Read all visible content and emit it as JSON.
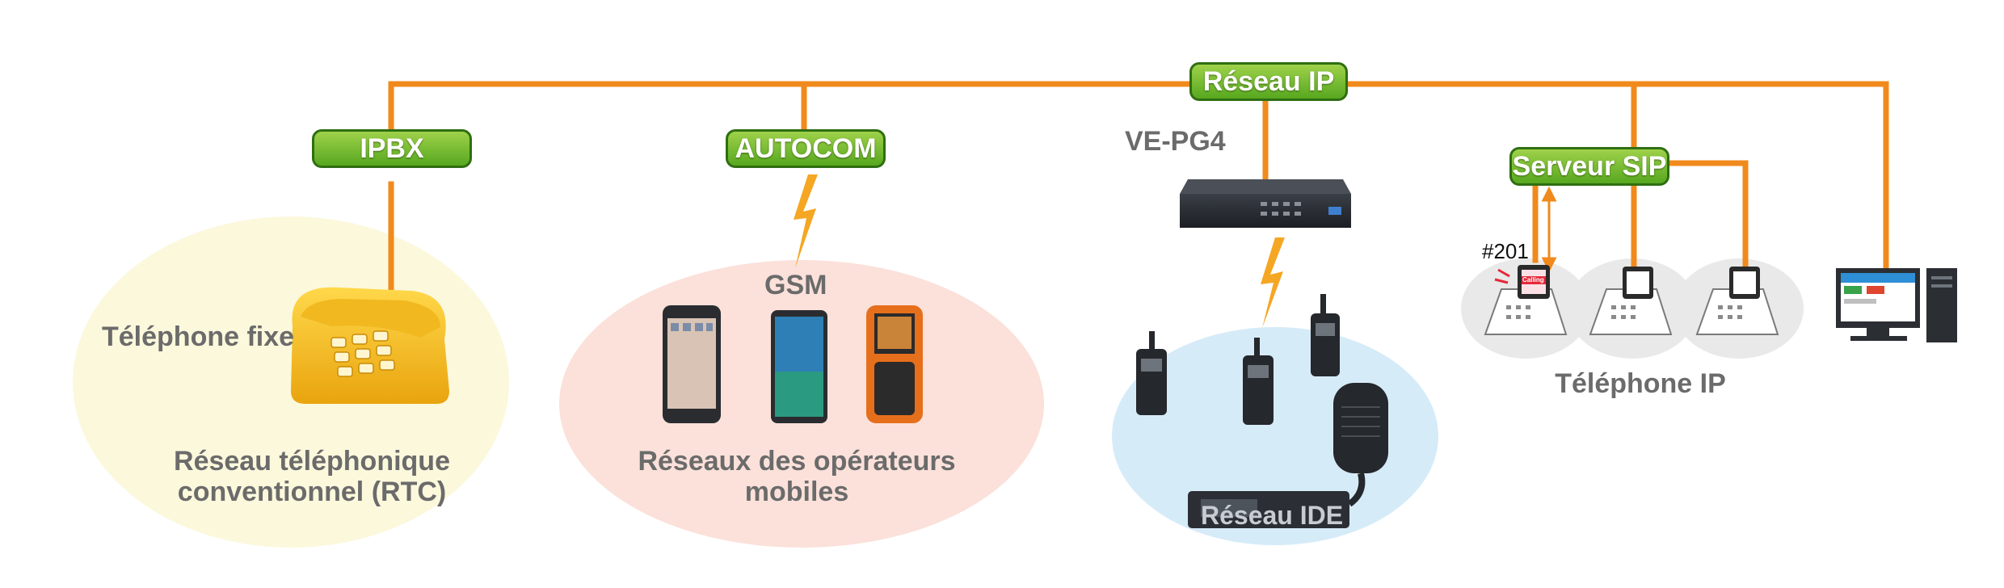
{
  "nodes": {
    "network": "Réseau IP",
    "ipbx": "IPBX",
    "autocom": "AUTOCOM",
    "gateway": "VE-PG4",
    "sip_server": "Serveur SIP"
  },
  "zones": {
    "landline": {
      "device": "Téléphone fixe",
      "network_line1": "Réseau téléphonique",
      "network_line2": "conventionnel (RTC)"
    },
    "mobile": {
      "tech": "GSM",
      "network_line1": "Réseaux des opérateurs",
      "network_line2": "mobiles"
    },
    "radio": {
      "network": "Réseau IDE"
    },
    "ip_phones": {
      "extension": "#201",
      "screen_text": "Calling",
      "label": "Téléphone IP"
    }
  },
  "colors": {
    "link": "#f08a1c",
    "radio_link": "#f5a623",
    "node_fill": "#7cc234",
    "node_border": "#2f6e12",
    "label_text": "#6b6b6b",
    "zone_landline": "#fbf8dc",
    "zone_mobile": "#fbe1da",
    "zone_radio": "#d6ebf8",
    "zone_ip_phones": "#e9e9e9"
  }
}
